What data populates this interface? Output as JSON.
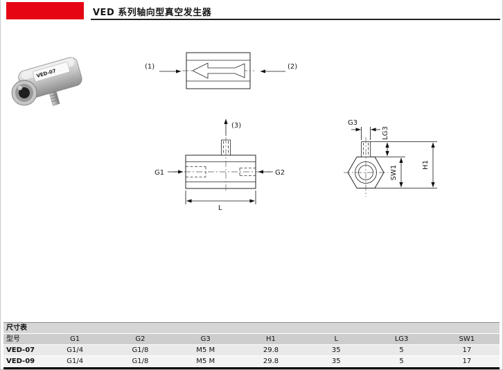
{
  "header": {
    "title": "VED 系列轴向型真空发生器"
  },
  "brand": {
    "color": "#e60613"
  },
  "product": {
    "label": "VED-07"
  },
  "drawing": {
    "flow_view": {
      "port1": "(1)",
      "port2": "(2)"
    },
    "side_view": {
      "port3": "(3)",
      "g1": "G1",
      "g2": "G2",
      "l": "L"
    },
    "end_view": {
      "g3": "G3",
      "lg3": "LG3",
      "h1": "H1",
      "sw1": "SW1"
    }
  },
  "table": {
    "caption": "尺寸表",
    "headers": [
      "型号",
      "G1",
      "G2",
      "G3",
      "H1",
      "L",
      "LG3",
      "SW1"
    ],
    "rows": [
      [
        "VED-07",
        "G1/4",
        "G1/8",
        "M5 M",
        "29.8",
        "35",
        "5",
        "17"
      ],
      [
        "VED-09",
        "G1/4",
        "G1/8",
        "M5 M",
        "29.8",
        "35",
        "5",
        "17"
      ]
    ]
  }
}
